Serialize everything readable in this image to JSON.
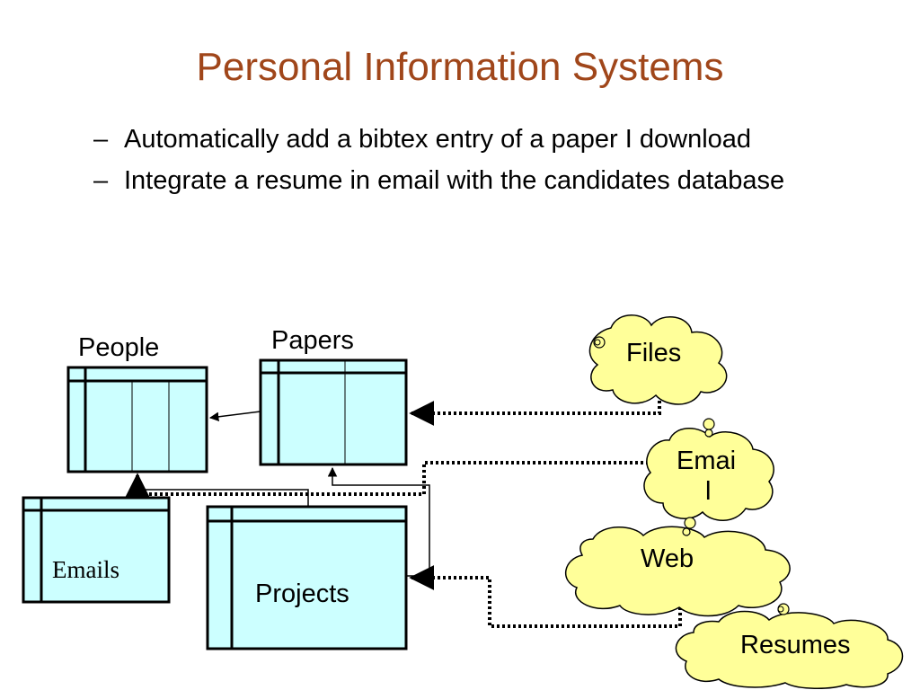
{
  "title": "Personal Information Systems",
  "bullets": [
    {
      "dash": "–",
      "text": "Automatically add a bibtex entry of a paper I download"
    },
    {
      "dash": "–",
      "text": "Integrate a resume in email with the candidates database"
    }
  ],
  "tables": {
    "people": "People",
    "papers": "Papers",
    "emails": "Emails",
    "projects": "Projects"
  },
  "sources": {
    "files": "Files",
    "email_line1": "Emai",
    "email_line2": "l",
    "web": "Web",
    "resumes": "Resumes"
  },
  "colors": {
    "title": "#a0461a",
    "table_fill": "#ccffff",
    "cloud_fill": "#ffff99"
  }
}
